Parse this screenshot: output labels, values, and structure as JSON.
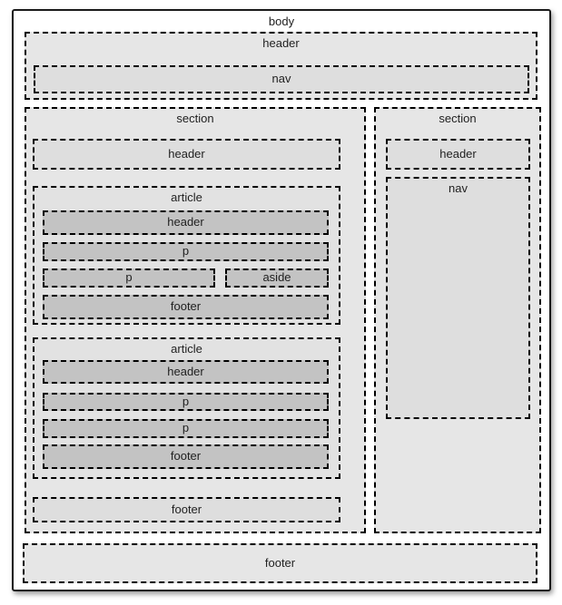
{
  "colors": {
    "page_bg": "#ffffff",
    "border_solid": "#1a1a1a",
    "border_dash": "#000000",
    "text": "#1f1f1f",
    "fill_light": "#e6e6e6",
    "fill_mid": "#dedede",
    "fill_article": "#e2e2e2",
    "fill_dark": "#c3c3c3"
  },
  "diagram": {
    "body_label": "body",
    "top_header": {
      "label": "header",
      "nav_label": "nav"
    },
    "left_section": {
      "label": "section",
      "header_label": "header",
      "articles": [
        {
          "label": "article",
          "header_label": "header",
          "p1_label": "p",
          "p2_label": "p",
          "aside_label": "aside",
          "footer_label": "footer"
        },
        {
          "label": "article",
          "header_label": "header",
          "p1_label": "p",
          "p2_label": "p",
          "footer_label": "footer"
        }
      ],
      "footer_label": "footer"
    },
    "right_section": {
      "label": "section",
      "header_label": "header",
      "nav_label": "nav"
    },
    "bottom_footer_label": "footer"
  }
}
